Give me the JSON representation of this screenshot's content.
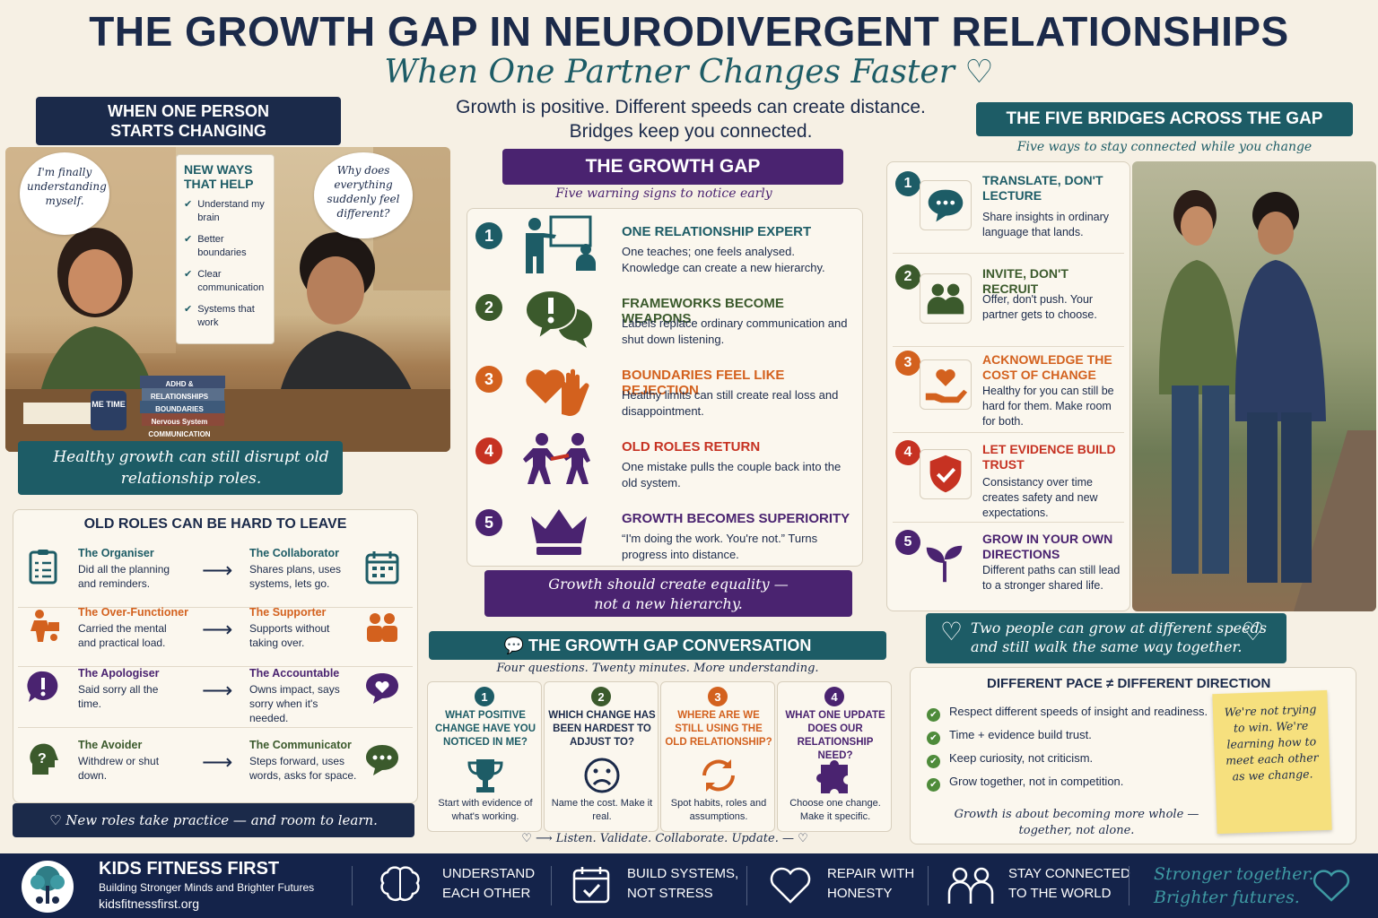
{
  "header": {
    "title": "THE GROWTH GAP IN NEURODIVERGENT RELATIONSHIPS",
    "subtitle": "When One Partner Changes Faster",
    "intro_line1": "Growth is positive. Different speeds can create distance.",
    "intro_line2": "Bridges keep you connected."
  },
  "left": {
    "banner_line1": "WHEN ONE PERSON",
    "banner_line2": "STARTS CHANGING",
    "bubble_left": "I'm finally understanding myself.",
    "bubble_right": "Why does everything suddenly feel different?",
    "ways_title_line1": "NEW WAYS",
    "ways_title_line2": "THAT HELP",
    "ways": [
      "Understand my brain",
      "Better boundaries",
      "Clear communication",
      "Systems that work"
    ],
    "mug_text": "ME TIME",
    "books": [
      "ADHD & RELATIONSHIPS",
      "BOUNDARIES",
      "Nervous System",
      "COMMUNICATION"
    ],
    "caption": "Healthy growth can still disrupt old relationship roles.",
    "roles_title": "OLD ROLES CAN BE HARD TO LEAVE",
    "roles": [
      {
        "old_name": "The Organiser",
        "old_text": "Did all the planning and reminders.",
        "new_name": "The Collaborator",
        "new_text": "Shares plans, uses systems, lets go.",
        "color": "#1d5c66"
      },
      {
        "old_name": "The Over-Functioner",
        "old_text": "Carried the mental and practical load.",
        "new_name": "The Supporter",
        "new_text": "Supports without taking over.",
        "color": "#d3611e"
      },
      {
        "old_name": "The Apologiser",
        "old_text": "Said sorry all the time.",
        "new_name": "The Accountable",
        "new_text": "Owns impact, says sorry when it's needed.",
        "color": "#4a2370"
      },
      {
        "old_name": "The Avoider",
        "old_text": "Withdrew or shut down.",
        "new_name": "The Communicator",
        "new_text": "Steps forward, uses words, asks for space.",
        "color": "#3b5a2c"
      }
    ],
    "roles_footer": "New roles take practice — and room to learn."
  },
  "center": {
    "banner": "THE GROWTH GAP",
    "sub": "Five warning signs to notice early",
    "signs": [
      {
        "n": "1",
        "title": "ONE RELATIONSHIP EXPERT",
        "text": "One teaches; one feels analysed. Knowledge can create a new hierarchy.",
        "color": "#1d5c66"
      },
      {
        "n": "2",
        "title": "FRAMEWORKS BECOME WEAPONS",
        "text": "Labels replace ordinary communication and shut down listening.",
        "color": "#3b5a2c"
      },
      {
        "n": "3",
        "title": "BOUNDARIES FEEL LIKE REJECTION",
        "text": "Healthy limits can still create real loss and disappointment.",
        "color": "#d3611e"
      },
      {
        "n": "4",
        "title": "OLD ROLES RETURN",
        "text": "One mistake pulls the couple back into the old system.",
        "color": "#c63222"
      },
      {
        "n": "5",
        "title": "GROWTH BECOMES SUPERIORITY",
        "text": "“I'm doing the work. You're not.” Turns progress into distance.",
        "color": "#4a2370"
      }
    ],
    "caption_line1": "Growth should create equality —",
    "caption_line2": "not a new hierarchy.",
    "conv_banner": "THE GROWTH GAP CONVERSATION",
    "conv_sub": "Four questions. Twenty minutes. More understanding.",
    "questions": [
      {
        "n": "1",
        "q": "WHAT POSITIVE CHANGE HAVE YOU NOTICED IN ME?",
        "a": "Start with evidence of what's working.",
        "color": "#1d5c66"
      },
      {
        "n": "2",
        "q": "WHICH CHANGE HAS BEEN HARDEST TO ADJUST TO?",
        "a": "Name the cost. Make it real.",
        "color": "#3b5a2c"
      },
      {
        "n": "3",
        "q": "WHERE ARE WE STILL USING THE OLD RELATIONSHIP?",
        "a": "Spot habits, roles and assumptions.",
        "color": "#d3611e"
      },
      {
        "n": "4",
        "q": "WHAT ONE UPDATE DOES OUR RELATIONSHIP NEED?",
        "a": "Choose one change. Make it specific.",
        "color": "#4a2370"
      }
    ],
    "conv_footer": "Listen. Validate. Collaborate. Update."
  },
  "right": {
    "banner": "THE FIVE BRIDGES ACROSS THE GAP",
    "sub": "Five ways to stay connected while you change",
    "bridges": [
      {
        "n": "1",
        "title": "TRANSLATE, DON'T LECTURE",
        "text": "Share insights in ordinary language that lands.",
        "color": "#1d5c66"
      },
      {
        "n": "2",
        "title": "INVITE, DON'T RECRUIT",
        "text": "Offer, don't push. Your partner gets to choose.",
        "color": "#3b5a2c"
      },
      {
        "n": "3",
        "title": "ACKNOWLEDGE THE COST OF CHANGE",
        "text": "Healthy for you can still be hard for them. Make room for both.",
        "color": "#d3611e"
      },
      {
        "n": "4",
        "title": "LET EVIDENCE BUILD TRUST",
        "text": "Consistancy over time creates safety and new expectations.",
        "color": "#c63222"
      },
      {
        "n": "5",
        "title": "GROW IN YOUR OWN DIRECTIONS",
        "text": "Different paths can still lead to a stronger shared life.",
        "color": "#4a2370"
      }
    ],
    "caption_line1": "Two people can grow at different speeds",
    "caption_line2": "and still walk the same way together.",
    "pace_title": "DIFFERENT PACE ≠ DIFFERENT DIRECTION",
    "pace_items": [
      "Respect different speeds of insight and readiness.",
      "Time + evidence build trust.",
      "Keep curiosity, not criticism.",
      "Grow together, not in competition."
    ],
    "pace_footer_line1": "Growth is about becoming more whole —",
    "pace_footer_line2": "together, not alone.",
    "note": "We're not trying to win. We're learning how to meet each other as we change."
  },
  "footer": {
    "brand": "KIDS FITNESS FIRST",
    "tagline": "Building Stronger Minds and Brighter Futures",
    "url": "kidsfitnessfirst.org",
    "items": [
      {
        "line1": "UNDERSTAND",
        "line2": "EACH OTHER"
      },
      {
        "line1": "BUILD SYSTEMS,",
        "line2": "NOT STRESS"
      },
      {
        "line1": "REPAIR WITH",
        "line2": "HONESTY"
      },
      {
        "line1": "STAY CONNECTED",
        "line2": "TO THE WORLD"
      }
    ],
    "slogan_line1": "Stronger together.",
    "slogan_line2": "Brighter futures."
  }
}
